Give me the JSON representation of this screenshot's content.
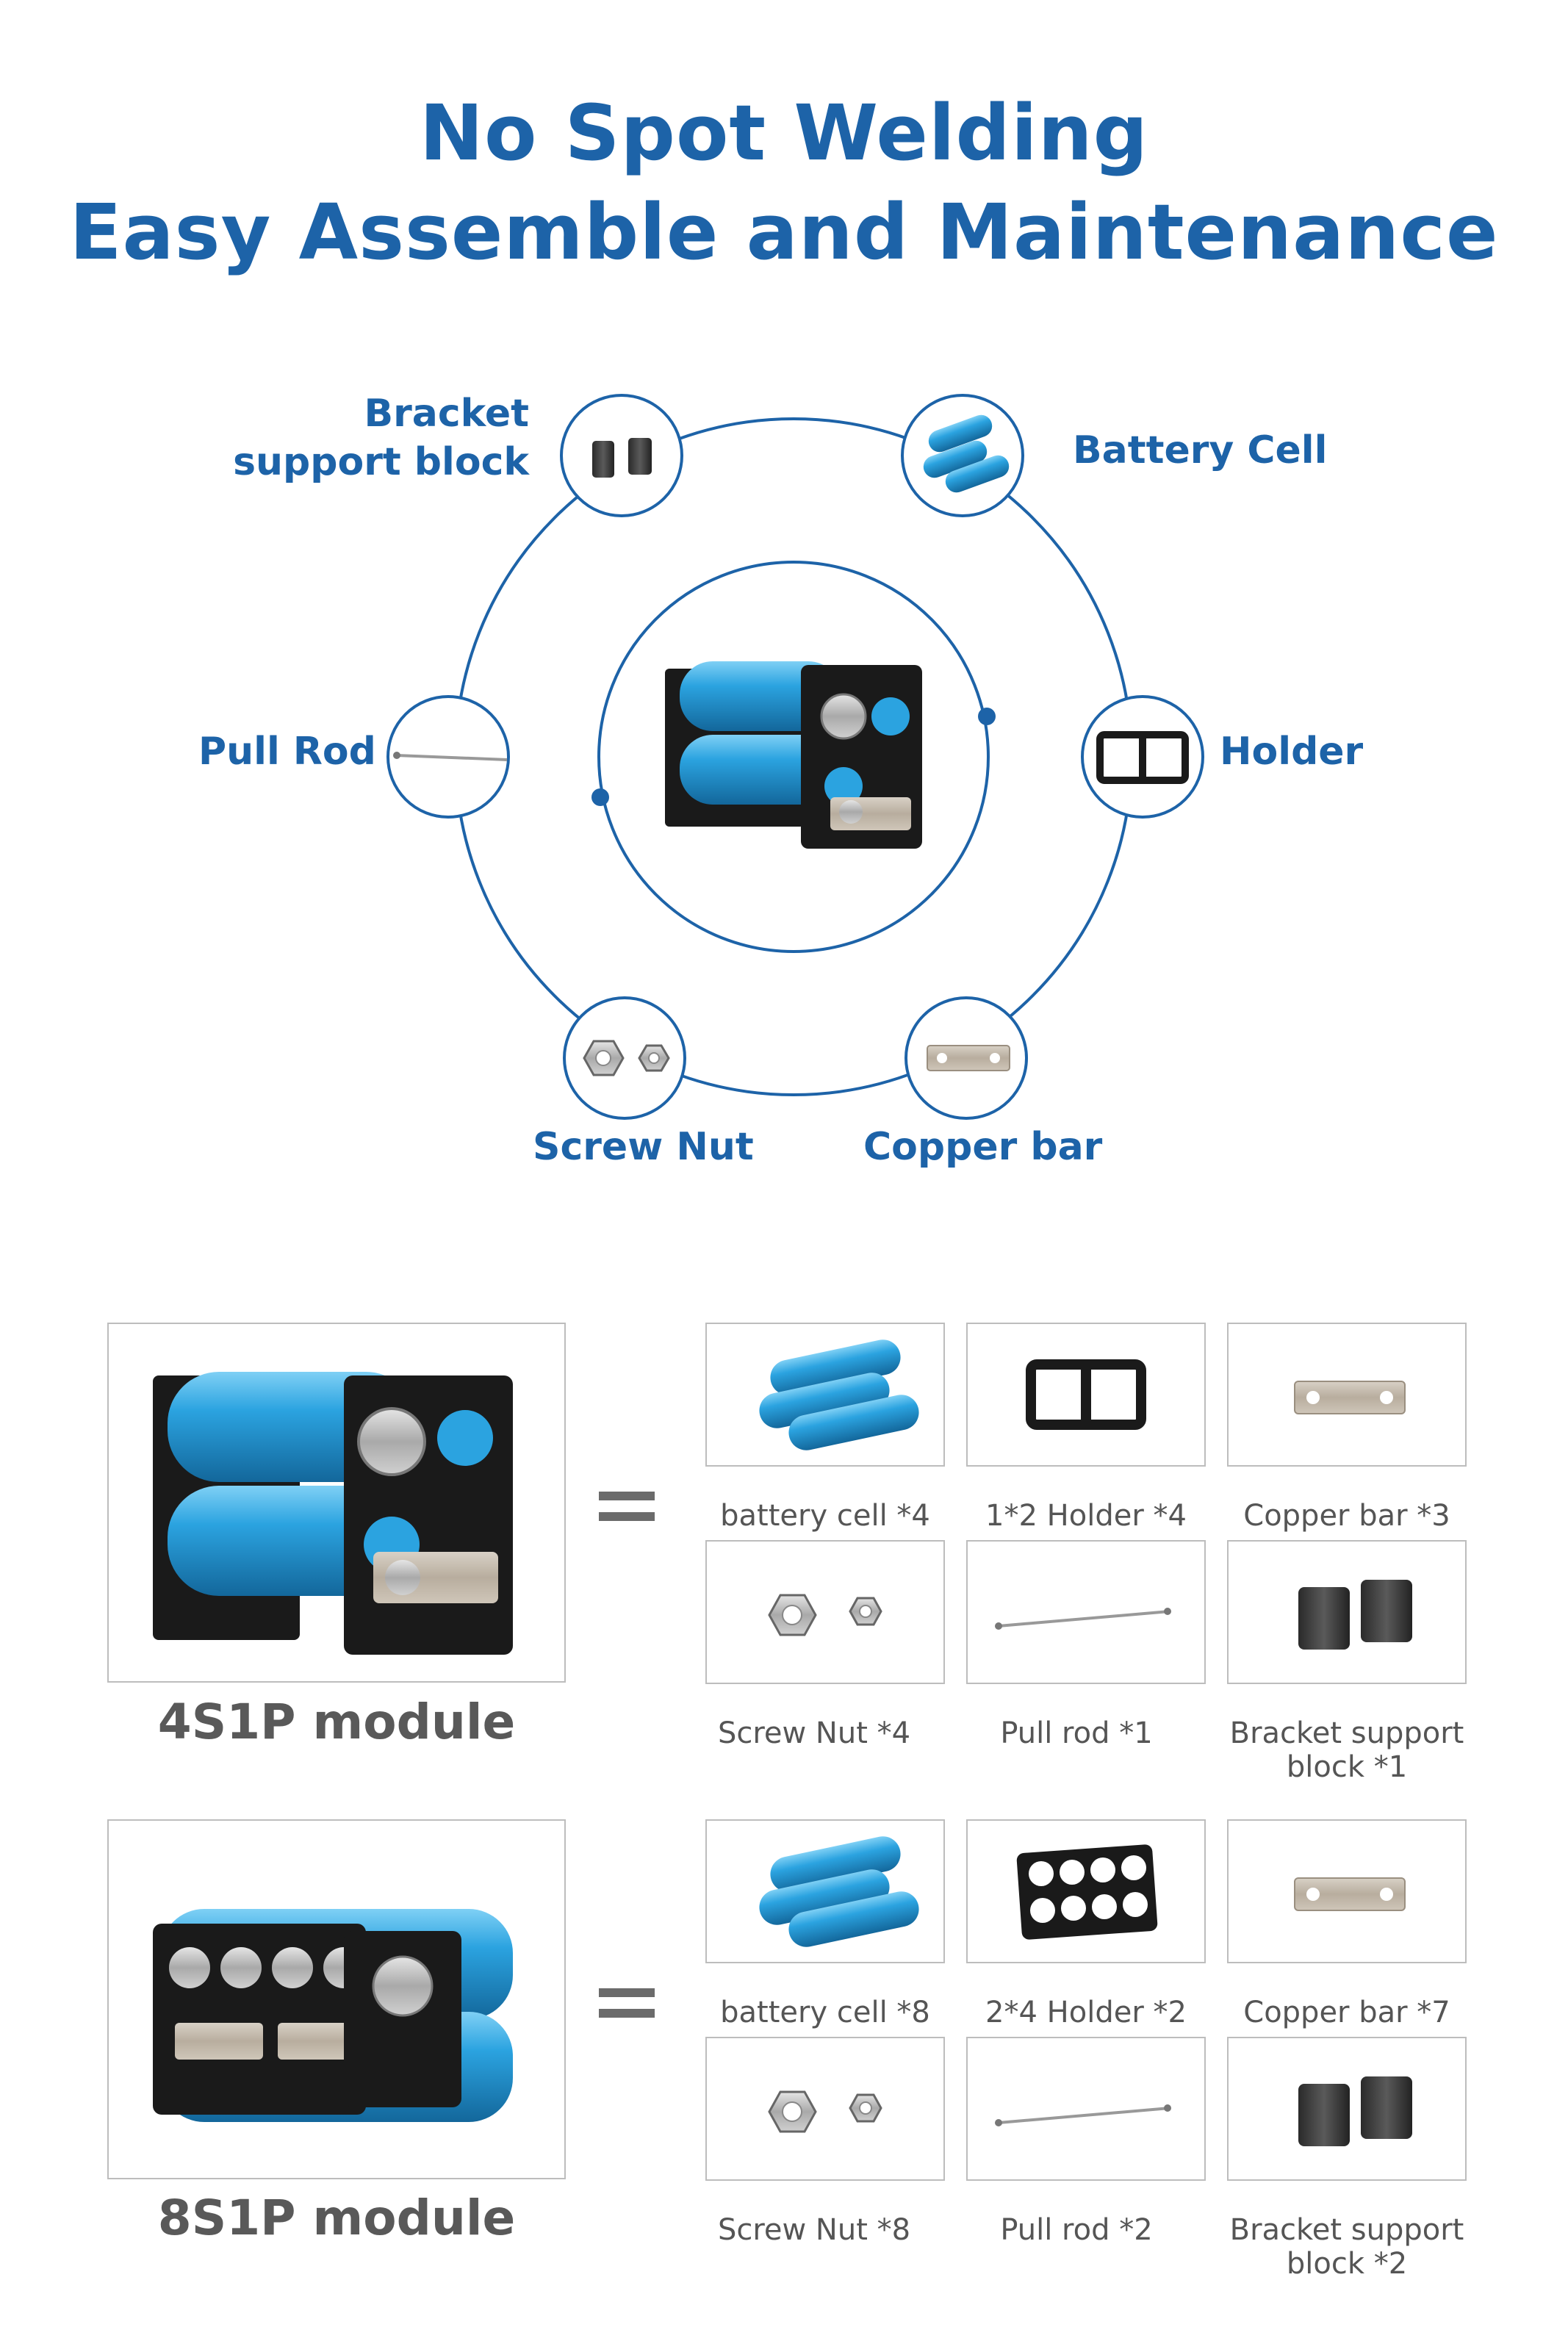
{
  "header": {
    "line1": "No Spot Welding",
    "line2": "Easy Assemble and Maintenance"
  },
  "diagram": {
    "labels": {
      "bracket_line1": "Bracket",
      "bracket_line2": "support block",
      "battery": "Battery Cell",
      "holder": "Holder",
      "pull_rod": "Pull Rod",
      "screw_nut": "Screw Nut",
      "copper_bar": "Copper bar"
    },
    "colors": {
      "accent": "#1d63a8",
      "cell_blue": "#2ba3e0"
    }
  },
  "modules": [
    {
      "name": "4S1P module",
      "parts": [
        {
          "label": "battery cell *4"
        },
        {
          "label": "1*2 Holder *4"
        },
        {
          "label": "Copper bar *3"
        },
        {
          "label": "Screw Nut *4"
        },
        {
          "label": "Pull rod *1"
        },
        {
          "label_line1": "Bracket support",
          "label_line2": "block *1"
        }
      ]
    },
    {
      "name": "8S1P module",
      "parts": [
        {
          "label": "battery cell *8"
        },
        {
          "label": "2*4 Holder *2"
        },
        {
          "label": "Copper bar *7"
        },
        {
          "label": "Screw Nut *8"
        },
        {
          "label": "Pull rod *2"
        },
        {
          "label_line1": "Bracket support",
          "label_line2": "block *2"
        }
      ]
    }
  ]
}
